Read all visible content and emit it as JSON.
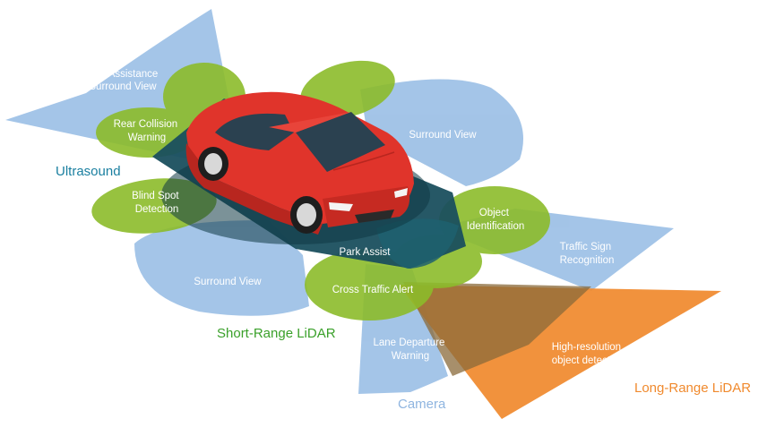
{
  "zones": {
    "park_assistance": [
      "Park Assistance",
      "Surround View"
    ],
    "rear_collision": [
      "Rear Collision",
      "Warning"
    ],
    "surround_view_right": "Surround View",
    "blind_spot": [
      "Blind Spot",
      "Detection"
    ],
    "object_identification": [
      "Object",
      "Identification"
    ],
    "park_assist": "Park Assist",
    "traffic_sign": [
      "Traffic Sign",
      "Recognition"
    ],
    "surround_view_left": "Surround View",
    "cross_traffic": "Cross Traffic Alert",
    "lane_departure": [
      "Lane Departure",
      "Warning"
    ],
    "high_resolution": [
      "High-resolution",
      "object detection"
    ]
  },
  "legend": {
    "ultrasound": "Ultrasound",
    "short_range_lidar": "Short-Range LiDAR",
    "camera": "Camera",
    "long_range_lidar": "Long-Range LiDAR"
  },
  "colors": {
    "camera": "#9cc0e6",
    "lidar_short": "#8cbc2a",
    "lidar_long": "#f08a2e",
    "ultrasound": "#1a4f5e",
    "car_body": "#e0342b",
    "ultrasound_text": "#1a7fa0",
    "short_lidar_text": "#3aa02a",
    "camera_text": "#8fb5e0",
    "long_lidar_text": "#f08a2e"
  }
}
